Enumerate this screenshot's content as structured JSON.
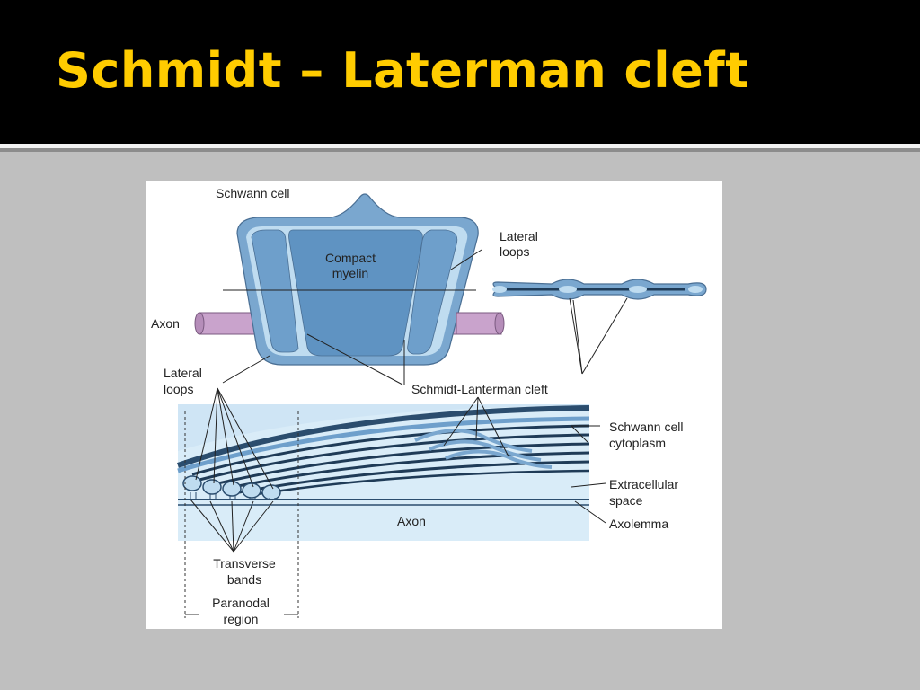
{
  "slide": {
    "title": "Schmidt – Laterman cleft"
  },
  "figure": {
    "labels": {
      "schwann_cell": "Schwann cell",
      "compact_myelin_1": "Compact",
      "compact_myelin_2": "myelin",
      "lateral_loops_top_1": "Lateral",
      "lateral_loops_top_2": "loops",
      "axon_top": "Axon",
      "lateral_loops_left_1": "Lateral",
      "lateral_loops_left_2": "loops",
      "schmidt_lanterman_cleft": "Schmidt-Lanterman cleft",
      "schwann_cytoplasm_1": "Schwann cell",
      "schwann_cytoplasm_2": "cytoplasm",
      "extracellular_1": "Extracellular",
      "extracellular_2": "space",
      "axolemma": "Axolemma",
      "axon_bottom": "Axon",
      "transverse_bands_1": "Transverse",
      "transverse_bands_2": "bands",
      "paranodal_region_1": "Paranodal",
      "paranodal_region_2": "region"
    },
    "colors": {
      "myelin_outer": "#7aa7cf",
      "myelin_light": "#bfdcf0",
      "myelin_inner": "#5f93c2",
      "axon_purple": "#c9a3cc",
      "axon_region": "#cfe5f5"
    }
  }
}
